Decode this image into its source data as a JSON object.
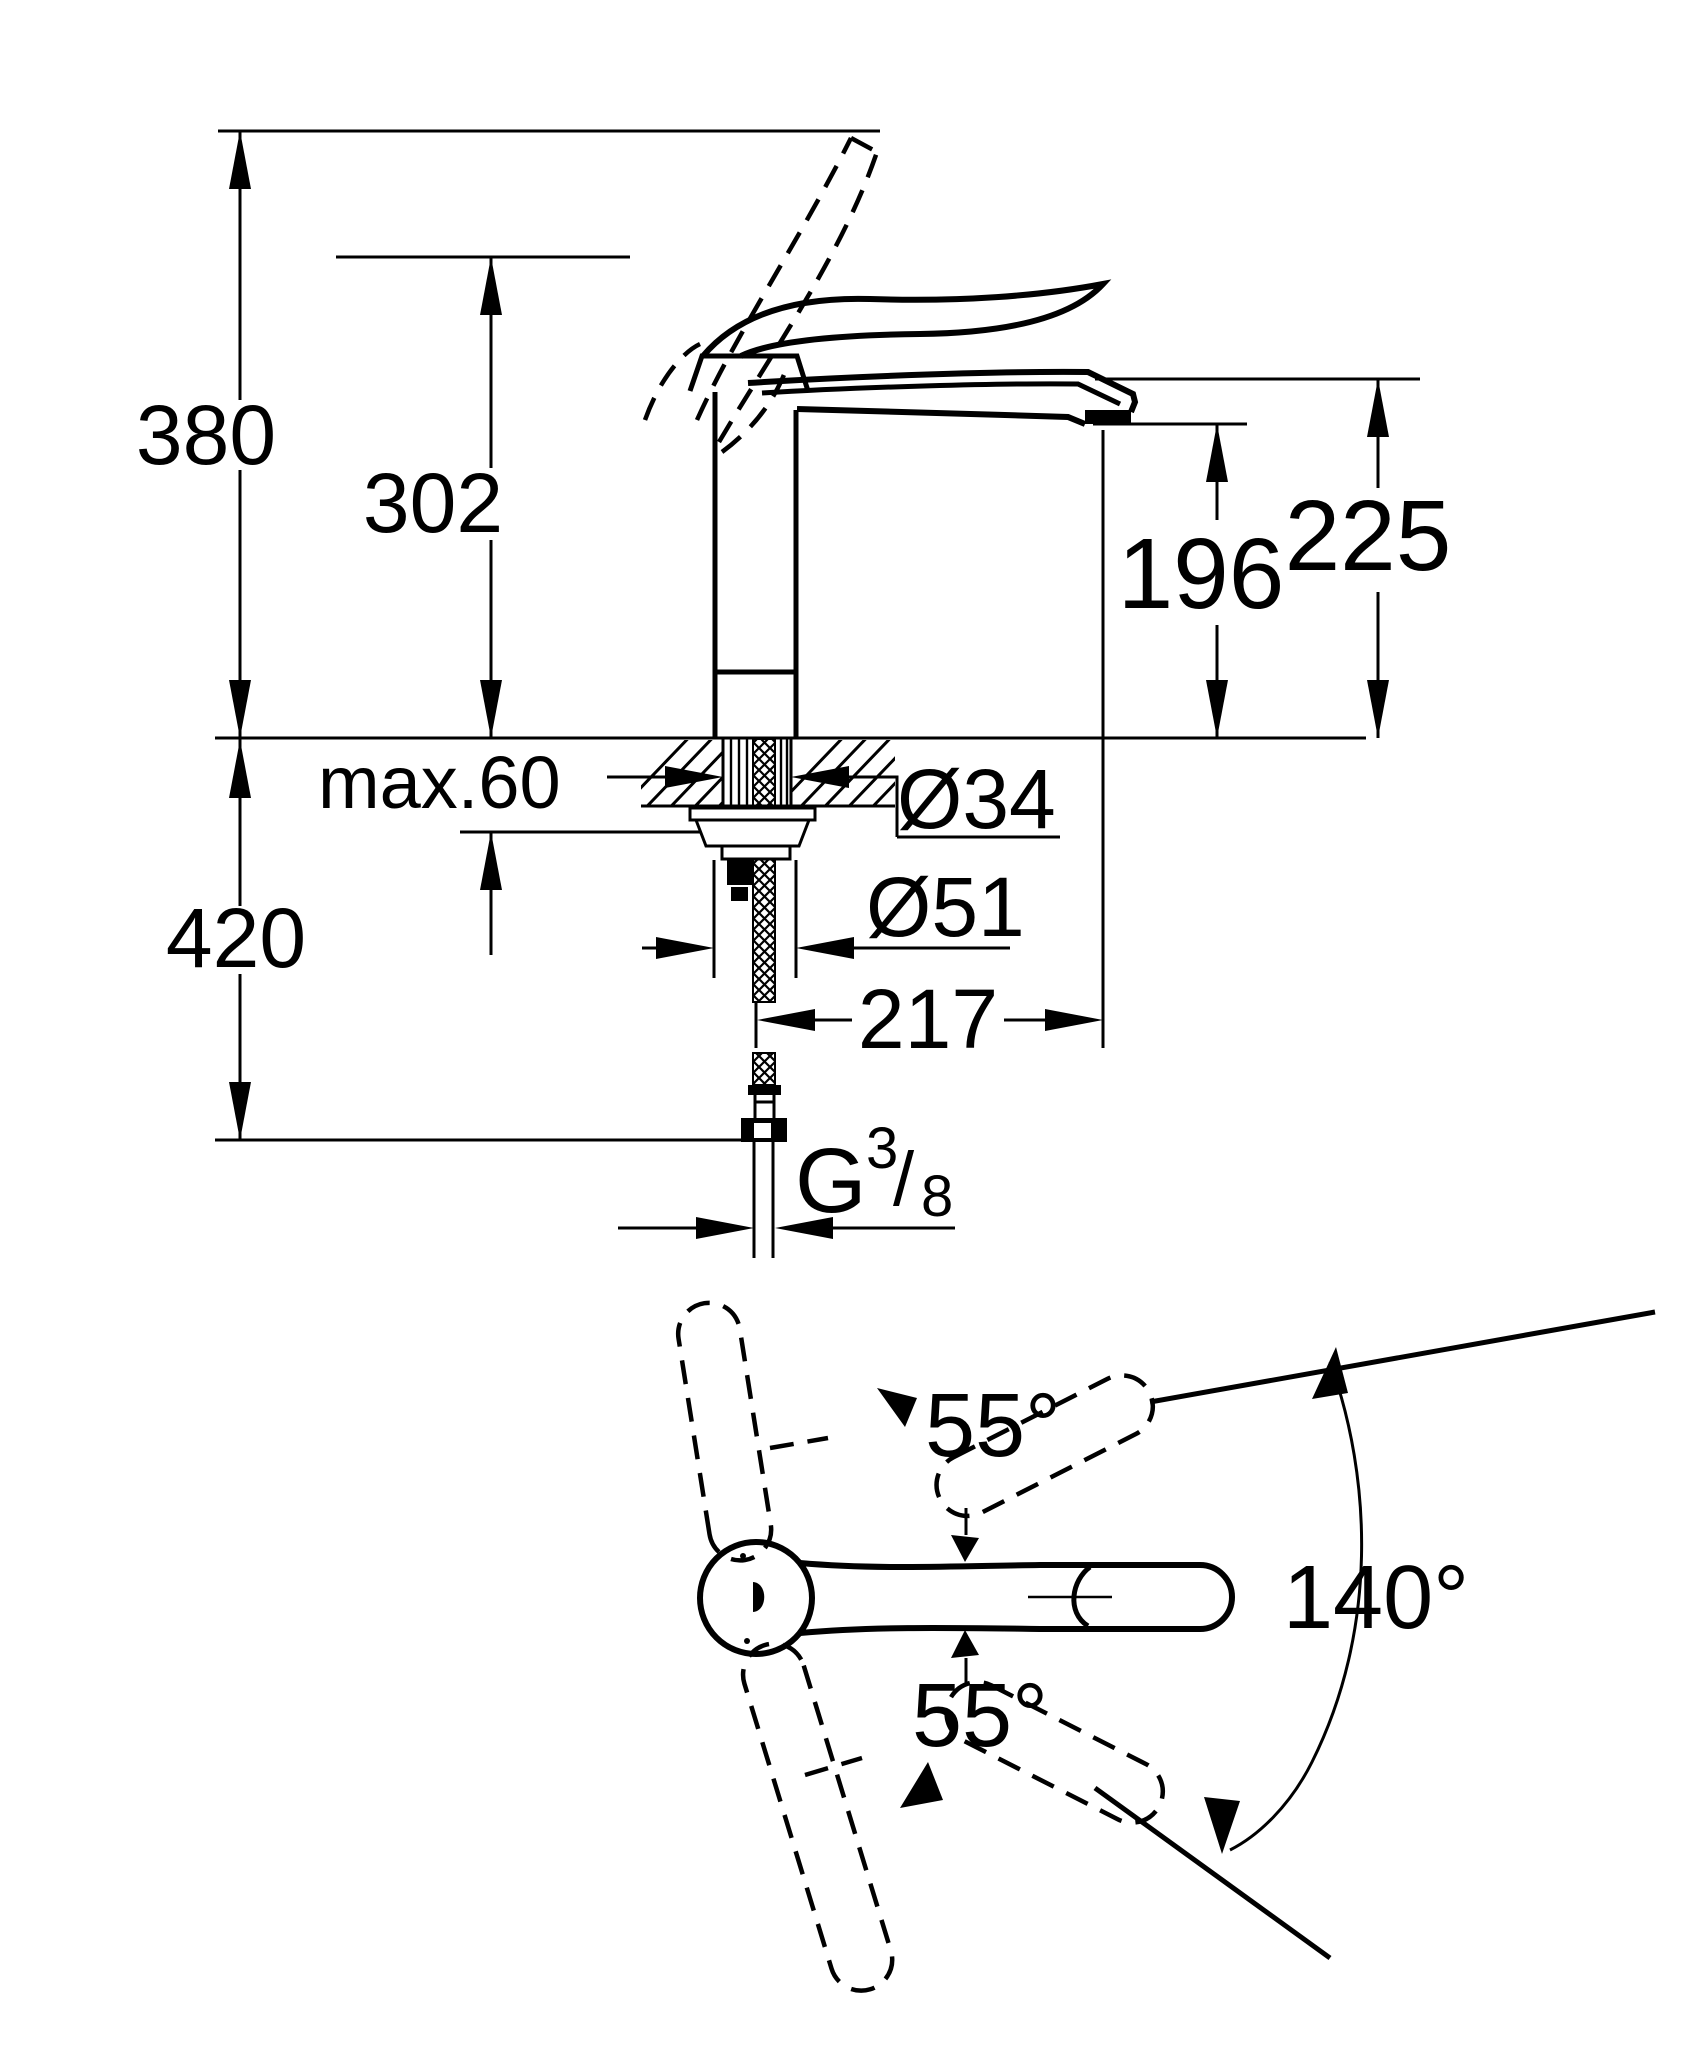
{
  "drawing": {
    "type": "faucet-installation-dimension-diagram",
    "background_color": "#ffffff",
    "line_color": "#000000",
    "side_view": {
      "dimensions": {
        "overall_height_to_raised_lever": "380",
        "height_to_spout_plane": "302",
        "outlet_height": "196",
        "spout_top_height": "225",
        "max_deck_thickness": "max.60",
        "shank_diameter": "Ø34",
        "body_diameter": "Ø51",
        "spout_reach": "217",
        "hose_length_below_deck": "420"
      },
      "thread": {
        "g": "G",
        "numerator": "3",
        "slash": "/",
        "denominator": "8"
      }
    },
    "top_view": {
      "angles": {
        "lever_swing_upper": "55°",
        "lever_swing_lower": "55°",
        "swivel_range_total": "140°"
      }
    }
  }
}
